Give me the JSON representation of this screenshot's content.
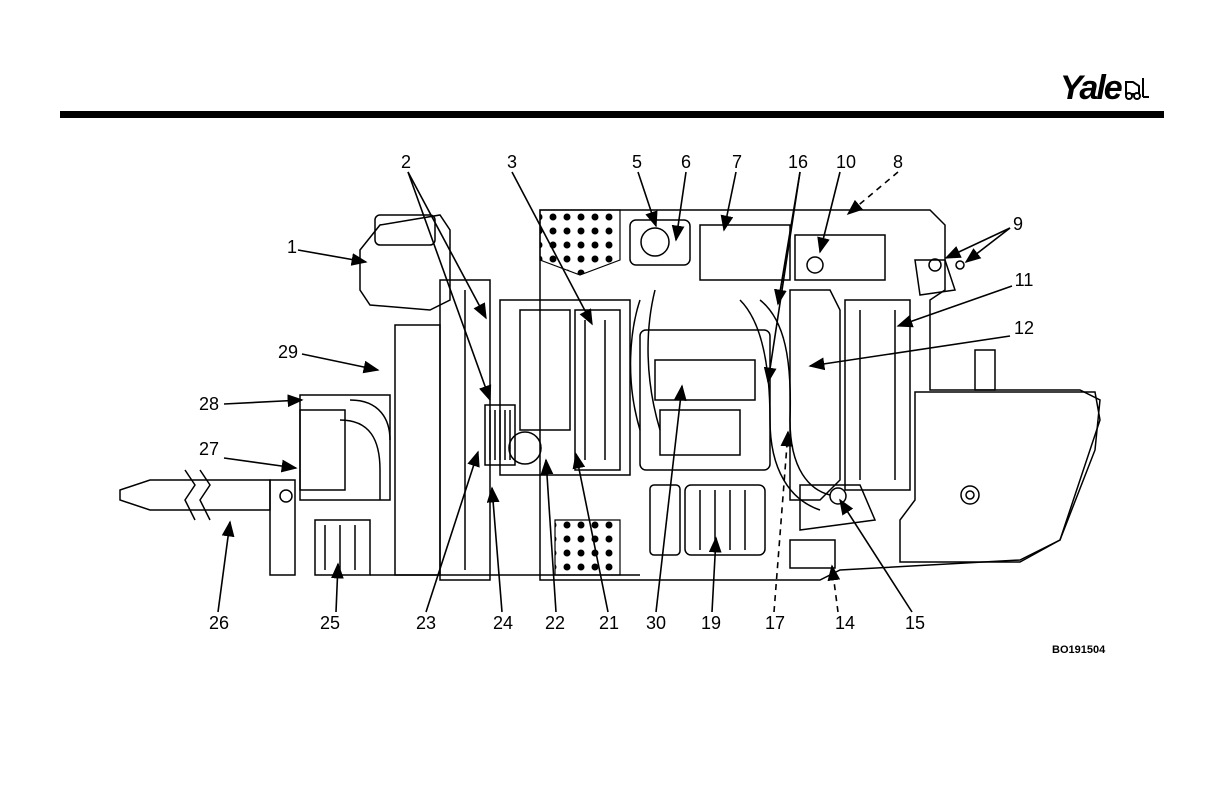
{
  "header": {
    "brand": "Yale"
  },
  "figure_id": "BO191504",
  "callouts": {
    "c1": "1",
    "c2": "2",
    "c3": "3",
    "c5": "5",
    "c6": "6",
    "c7": "7",
    "c8": "8",
    "c9": "9",
    "c10": "10",
    "c11": "11",
    "c12": "12",
    "c14": "14",
    "c15": "15",
    "c16": "16",
    "c17": "17",
    "c19": "19",
    "c21": "21",
    "c22": "22",
    "c23": "23",
    "c24": "24",
    "c25": "25",
    "c26": "26",
    "c27": "27",
    "c28": "28",
    "c29": "29",
    "c30": "30"
  }
}
